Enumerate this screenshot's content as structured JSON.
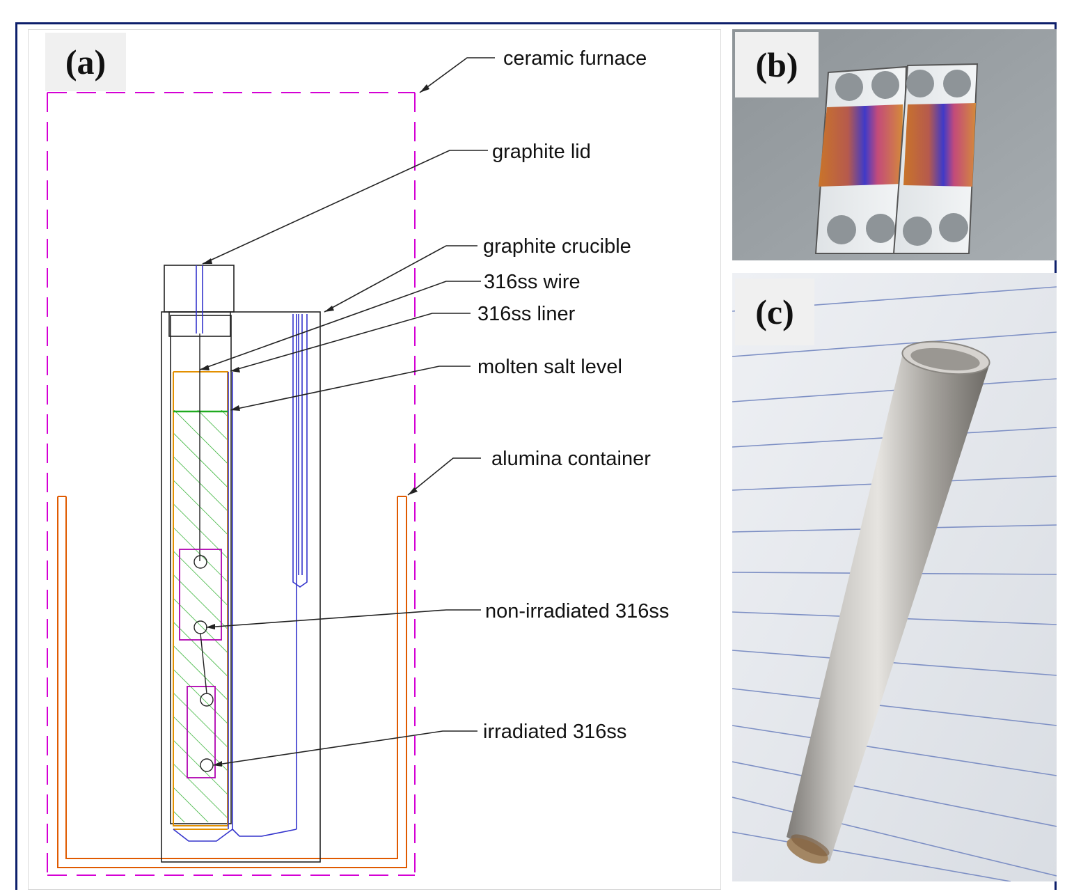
{
  "panels": {
    "a": {
      "tag": "(a)",
      "callouts": {
        "ceramic_furnace": "ceramic furnace",
        "graphite_lid": "graphite lid",
        "graphite_crucible": "graphite crucible",
        "wire": "316ss wire",
        "liner": "316ss liner",
        "salt_level": "molten salt level",
        "alumina_container": "alumina container",
        "non_irradiated": "non-irradiated 316ss",
        "irradiated": "irradiated 316ss"
      }
    },
    "b": {
      "tag": "(b)"
    },
    "c": {
      "tag": "(c)"
    }
  },
  "colors": {
    "frame": "#0d1f6b",
    "furnace": "#d400d4",
    "alumina": "#e05a00",
    "liner": "#e39000",
    "salt": "#1faa1f",
    "wire": "#3333cc",
    "line": "#222222"
  }
}
